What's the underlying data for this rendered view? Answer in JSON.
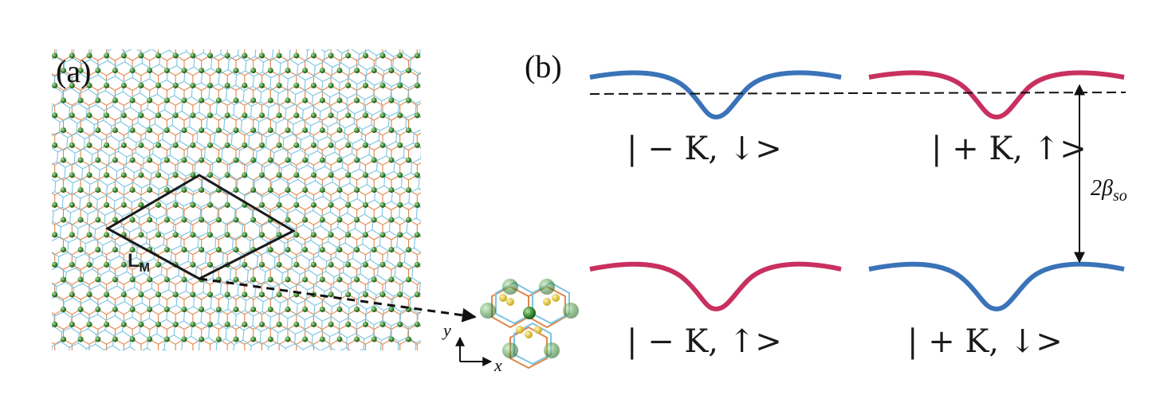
{
  "panel_a": {
    "label": "(a)",
    "supercell_label": "L",
    "supercell_label_sub": "M",
    "axis_x": "x",
    "axis_y": "y"
  },
  "panel_b": {
    "label": "(b)",
    "states": {
      "top_left": "| − K, ↓>",
      "top_right": "| + K, ↑>",
      "bottom_left": "| − K, ↑>",
      "bottom_right": "| + K, ↓>"
    },
    "gap_label": "2β",
    "gap_label_sub": "so"
  },
  "colors": {
    "spin_blue": "#3a73b8",
    "spin_red": "#c8305f",
    "atom_green": "#3f8f3a",
    "bond_orange": "#e0874c",
    "bond_cyan": "#7cc4e0",
    "atom_yellow": "#e4c82a"
  }
}
